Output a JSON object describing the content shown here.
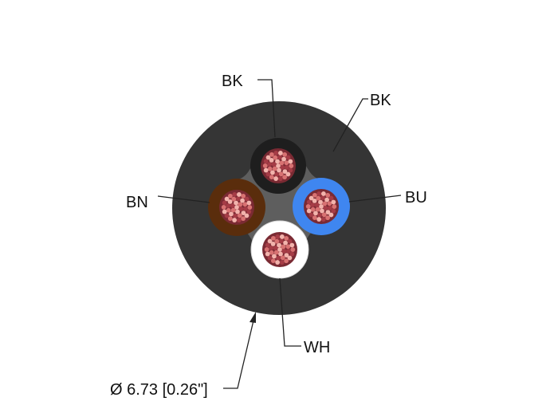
{
  "labels": {
    "inner_black": "BK",
    "jacket": "BK",
    "brown": "BN",
    "blue": "BU",
    "white": "WH",
    "diameter": "Ø 6.73 [0.26\"]"
  },
  "colors": {
    "jacket": "#353535",
    "filler": "#5e5e5e",
    "insulation_black": "#1e1e1e",
    "insulation_brown": "#5a2d0c",
    "insulation_blue": "#3f86f0",
    "insulation_white": "#ffffff",
    "strand_light": "#f2b3ac",
    "strand_mid": "#d87272",
    "strand_dark": "#a53c46"
  }
}
